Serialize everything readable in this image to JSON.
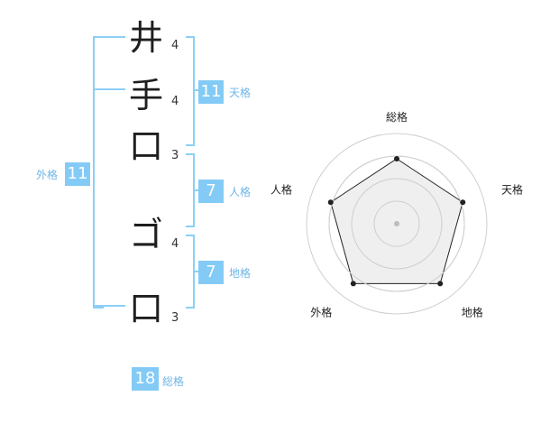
{
  "name": {
    "chars": [
      {
        "char": "井",
        "strokes": "4"
      },
      {
        "char": "手",
        "strokes": "4"
      },
      {
        "char": "口",
        "strokes": "3"
      },
      {
        "char": "ゴ",
        "strokes": "4"
      },
      {
        "char": "口",
        "strokes": "3"
      }
    ]
  },
  "fortunes": {
    "tenkaku": {
      "value": "11",
      "label": "天格"
    },
    "jinkaku": {
      "value": "7",
      "label": "人格"
    },
    "chikaku": {
      "value": "7",
      "label": "地格"
    },
    "gaikaku": {
      "value": "11",
      "label": "外格"
    },
    "soukaku": {
      "value": "18",
      "label": "総格"
    }
  },
  "radar": {
    "axes": [
      "総格",
      "天格",
      "地格",
      "外格",
      "人格"
    ],
    "values": [
      0.72,
      0.77,
      0.82,
      0.82,
      0.77
    ],
    "rings": 4,
    "colors": {
      "fill": "#ececec",
      "line": "#222222",
      "ring": "#cfcfcf",
      "center": "#bdbdbd"
    }
  }
}
